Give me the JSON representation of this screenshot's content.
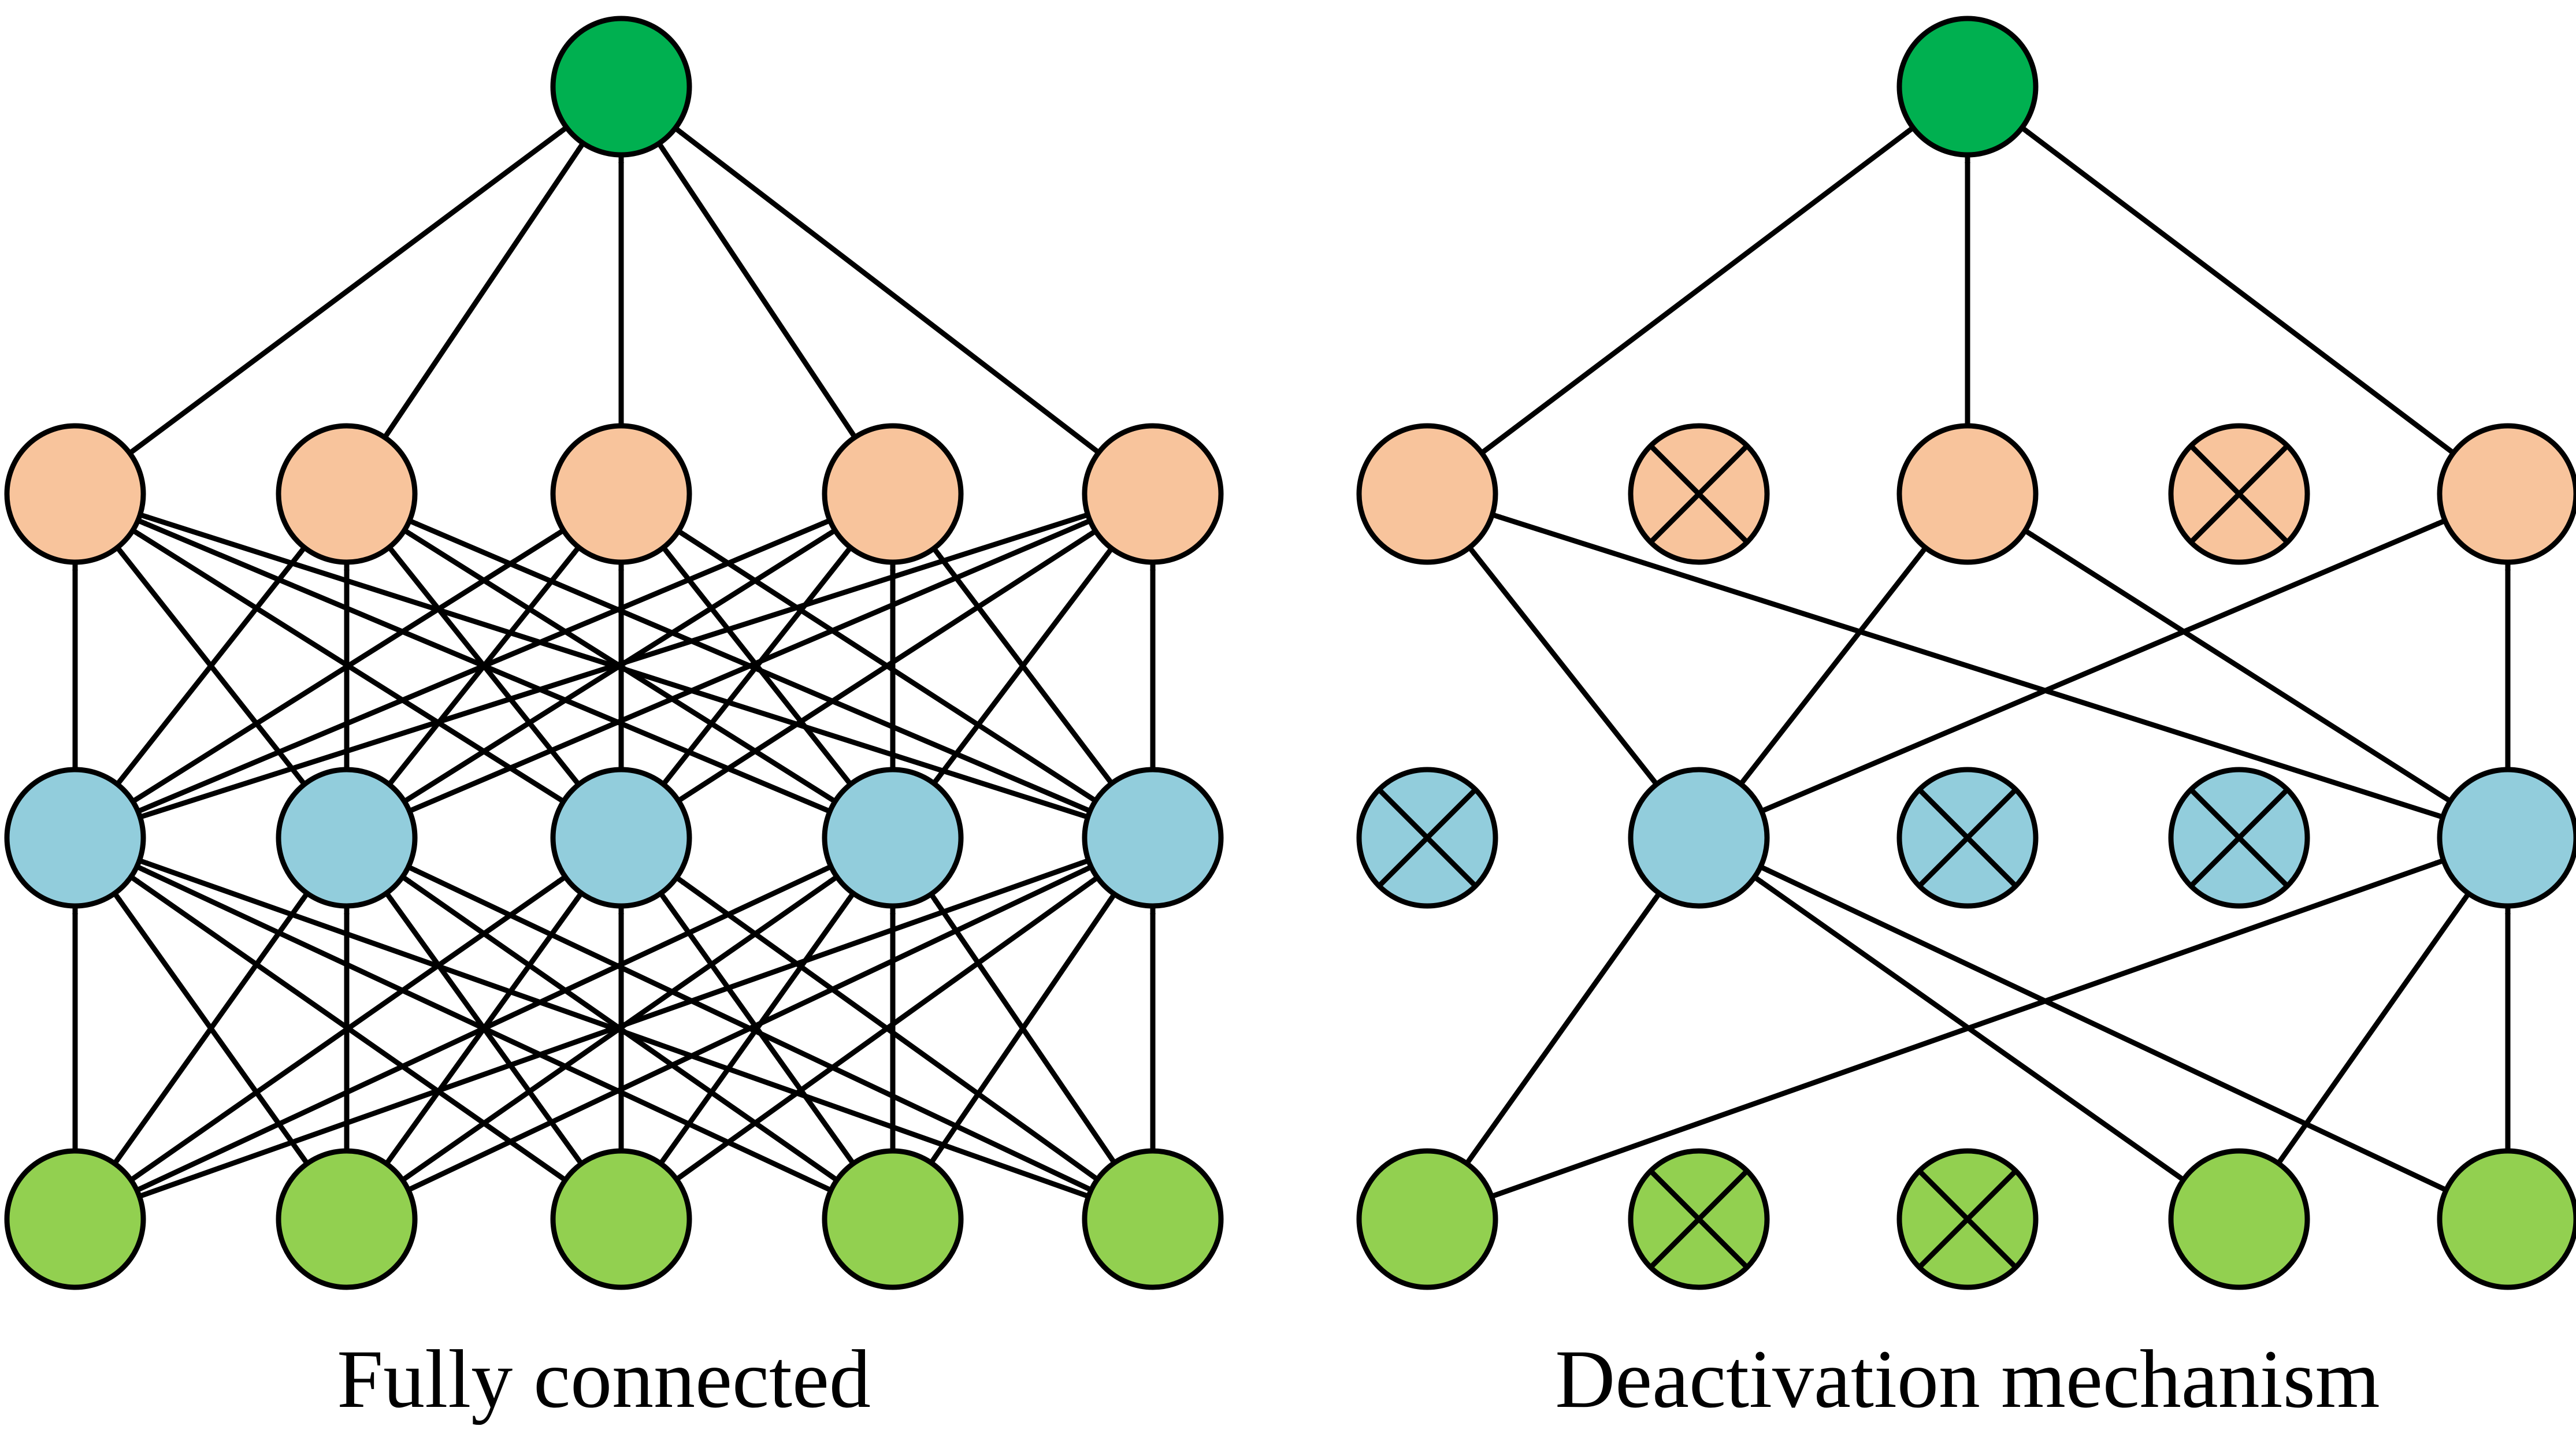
{
  "colors": {
    "input": "#92d050",
    "hidden1": "#92cddc",
    "hidden2": "#f8c49c",
    "output": "#00b050",
    "stroke": "#000000"
  },
  "panels": [
    {
      "id": "fully-connected",
      "caption": "Fully connected",
      "layers": [
        {
          "role": "input",
          "active": [
            true,
            true,
            true,
            true,
            true
          ]
        },
        {
          "role": "hidden1",
          "active": [
            true,
            true,
            true,
            true,
            true
          ]
        },
        {
          "role": "hidden2",
          "active": [
            true,
            true,
            true,
            true,
            true
          ]
        },
        {
          "role": "output",
          "active": [
            true
          ]
        }
      ],
      "connections": "full"
    },
    {
      "id": "deactivation",
      "caption": "Deactivation mechanism",
      "layers": [
        {
          "role": "input",
          "active": [
            true,
            false,
            false,
            true,
            true
          ]
        },
        {
          "role": "hidden1",
          "active": [
            false,
            true,
            false,
            false,
            true
          ]
        },
        {
          "role": "hidden2",
          "active": [
            true,
            false,
            true,
            false,
            true
          ]
        },
        {
          "role": "output",
          "active": [
            true
          ]
        }
      ],
      "connections": [
        [
          0,
          0,
          1,
          1
        ],
        [
          0,
          0,
          1,
          4
        ],
        [
          0,
          3,
          1,
          1
        ],
        [
          0,
          3,
          1,
          4
        ],
        [
          0,
          4,
          1,
          1
        ],
        [
          0,
          4,
          1,
          4
        ],
        [
          1,
          1,
          2,
          0
        ],
        [
          1,
          1,
          2,
          2
        ],
        [
          1,
          1,
          2,
          4
        ],
        [
          1,
          4,
          2,
          0
        ],
        [
          1,
          4,
          2,
          2
        ],
        [
          1,
          4,
          2,
          4
        ],
        [
          2,
          0,
          3,
          0
        ],
        [
          2,
          2,
          3,
          0
        ],
        [
          2,
          4,
          3,
          0
        ]
      ]
    }
  ]
}
